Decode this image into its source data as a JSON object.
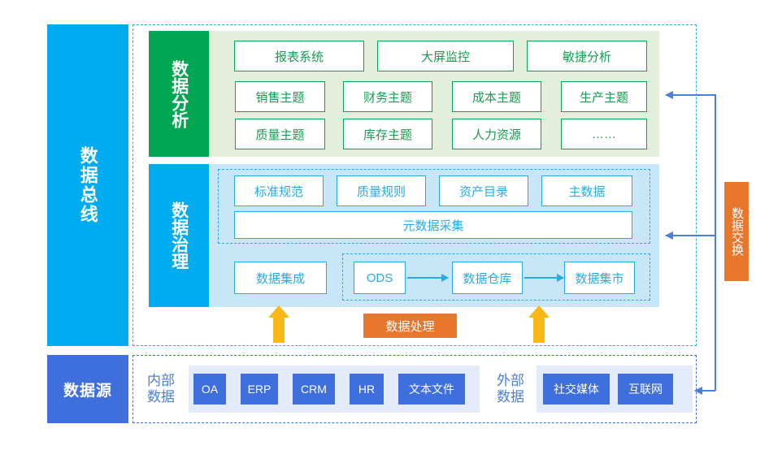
{
  "bus": {
    "label": "数据总线"
  },
  "source_bar": {
    "label": "数据源"
  },
  "analysis": {
    "label": "数据分析",
    "row1": [
      {
        "text": "报表系统"
      },
      {
        "text": "大屏监控"
      },
      {
        "text": "敏捷分析"
      }
    ],
    "row2": [
      {
        "text": "销售主题"
      },
      {
        "text": "财务主题"
      },
      {
        "text": "成本主题"
      },
      {
        "text": "生产主题"
      }
    ],
    "row3": [
      {
        "text": "质量主题"
      },
      {
        "text": "库存主题"
      },
      {
        "text": "人力资源"
      },
      {
        "text": "……"
      }
    ]
  },
  "governance": {
    "label": "数据治理",
    "meta_row": [
      {
        "text": "标准规范"
      },
      {
        "text": "质量规则"
      },
      {
        "text": "资产目录"
      },
      {
        "text": "主数据"
      }
    ],
    "meta_wide": {
      "text": "元数据采集"
    },
    "integration": {
      "text": "数据集成"
    },
    "pipeline": [
      {
        "text": "ODS"
      },
      {
        "text": "数据仓库"
      },
      {
        "text": "数据集市"
      }
    ]
  },
  "processing": {
    "label": "数据处理"
  },
  "exchange": {
    "label": "数据交换"
  },
  "data_source": {
    "internal": {
      "label_line1": "内部",
      "label_line2": "数据",
      "items": [
        {
          "text": "OA"
        },
        {
          "text": "ERP"
        },
        {
          "text": "CRM"
        },
        {
          "text": "HR"
        },
        {
          "text": "文本文件"
        }
      ]
    },
    "external": {
      "label_line1": "外部",
      "label_line2": "数据",
      "items": [
        {
          "text": "社交媒体"
        },
        {
          "text": "互联网"
        }
      ]
    }
  },
  "colors": {
    "bus_blue": "#00ACEF",
    "analysis_green": "#00A651",
    "analysis_band": "#E3EFDA",
    "governance_band": "#C7E6F7",
    "source_blue": "#3F6FDC",
    "source_band": "#E3EAF9",
    "orange": "#E8762D",
    "yellow_arrow": "#FBB713",
    "connector_blue": "#4A7FDB"
  }
}
